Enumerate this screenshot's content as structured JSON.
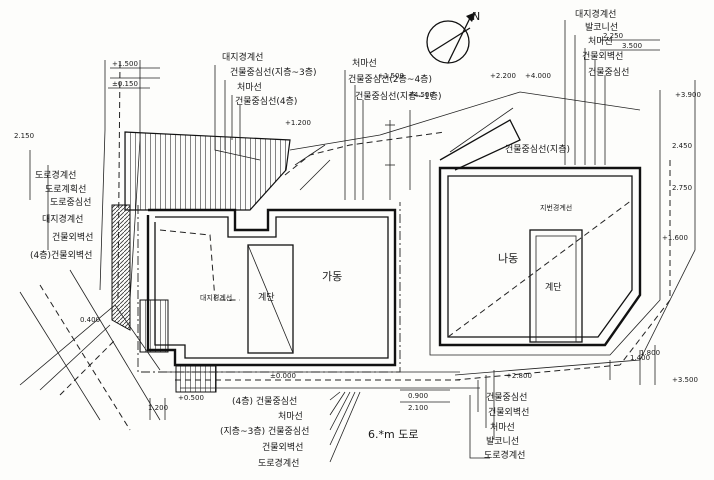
{
  "north_arrow": {
    "glyph": "N"
  },
  "left_labels": [
    "대지경계선",
    "건물중심선(지층~3층)",
    "처마선",
    "건물중심선(4층)"
  ],
  "center_labels": [
    "처마선",
    "건물중심선(2층~4층)",
    "건물중심선(지층~1층)"
  ],
  "right_labels": [
    "대지경계선",
    "발코니선",
    "처마선",
    "건물외벽선",
    "건물중심선"
  ],
  "side_labels": [
    "도로경계선",
    "도로계획선",
    "도로중심선",
    "대지경계선",
    "건물외벽선",
    "(4층)건물외벽선"
  ],
  "rooms": {
    "ga": "가동",
    "na": "나동",
    "stair_left": "계단",
    "stair_right": "계단"
  },
  "notes": {
    "ga_wall": "대지경계선",
    "na_top": "건물중심선(지층)",
    "na_boundary": "지번경계선",
    "road": "6.*m 도로"
  },
  "bottom_labels": [
    "(4층) 건물중심선",
    "처마선",
    "(지층~3층) 건물중심선",
    "건물외벽선",
    "도로경계선"
  ],
  "bottom_right_labels": [
    "건물중심선",
    "건물외벽선",
    "처마선",
    "발코니선",
    "도로경계선"
  ],
  "dimensions": [
    "+1.500",
    "±0.150",
    "2.250",
    "3.500",
    "+2.200",
    "+4.000",
    "+3.900",
    "+1.200",
    "2.450",
    "+4.500",
    "+1.500",
    "+3.500",
    "1.400",
    "0.900",
    "2.100",
    "1.200",
    "+0.500",
    "±0.000",
    "2.150",
    "1.800",
    "0.400",
    "+2.800",
    "2.750",
    "+1.600"
  ]
}
